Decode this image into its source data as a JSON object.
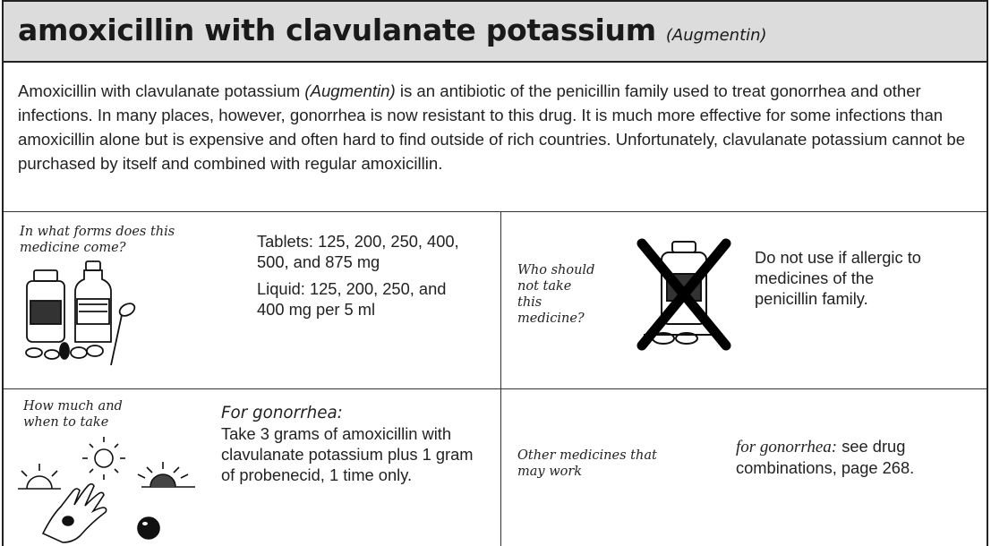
{
  "header": {
    "title": "amoxicillin with clavulanate potassium",
    "brand": "(Augmentin)"
  },
  "intro": {
    "name": "Amoxicillin with clavulanate potassium",
    "brand": "(Augmentin)",
    "text": "is an antibiotic of the penicillin family used to treat gonorrhea and other infections. In many places, however, gonorrhea is now resistant to this drug. It is much more effective for some infections than amoxicillin alone but is expensive and often hard to find outside of rich countries. Unfortunately, clavulanate potassium cannot be purchased by itself and combined with regular amoxicillin."
  },
  "forms": {
    "question": "In what forms does this medicine come?",
    "tablets": "Tablets: 125, 200, 250, 400, 500, and 875 mg",
    "liquid": "Liquid: 125, 200, 250, and 400 mg per 5 ml"
  },
  "contraindications": {
    "question": "Who should not take this medicine?",
    "answer": "Do not use if allergic to medicines of the penicillin family."
  },
  "dosage": {
    "question": "How much and when to take",
    "heading": "For gonorrhea:",
    "answer": "Take 3 grams of amoxicillin with clavulanate potassium plus 1 gram of probenecid, 1 time only."
  },
  "alternatives": {
    "question": "Other medicines that may work",
    "condition": "for gonorrhea:",
    "answer": "see drug combinations, page 268."
  },
  "icons": {
    "forms": "medicine-bottles-pills-spoon-icon",
    "contraindication": "crossed-out-medicine-bottle-icon",
    "dosage": "sun-hand-pill-schedule-icon"
  }
}
